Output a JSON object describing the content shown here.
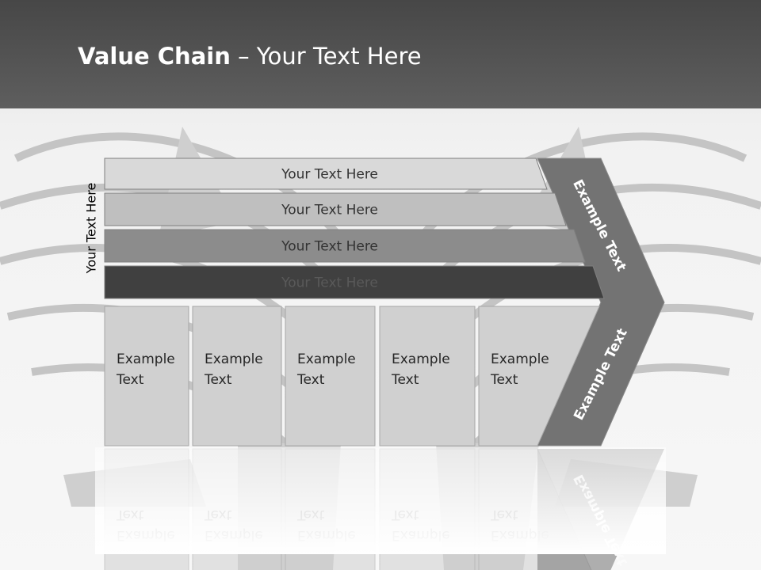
{
  "title": {
    "bold": "Value Chain",
    "rest": " – Your Text Here"
  },
  "side_label": "Your Text Here",
  "bars": [
    {
      "label": "Your Text Here",
      "fill": "#d9d9d9",
      "text_color": "#333333"
    },
    {
      "label": "Your Text Here",
      "fill": "#bfbfbf",
      "text_color": "#333333"
    },
    {
      "label": "Your Text Here",
      "fill": "#8c8c8c",
      "text_color": "#333333"
    },
    {
      "label": "Your Text Here",
      "fill": "#404040",
      "text_color": "#595959"
    }
  ],
  "boxes": [
    {
      "line1": "Example",
      "line2": "Text"
    },
    {
      "line1": "Example",
      "line2": "Text"
    },
    {
      "line1": "Example",
      "line2": "Text"
    },
    {
      "line1": "Example",
      "line2": "Text"
    },
    {
      "line1": "Example",
      "line2": "Text"
    }
  ],
  "arrow": {
    "upper_label": "Example Text",
    "lower_label": "Example Text",
    "fill": "#737373"
  },
  "colors": {
    "header": "#555555",
    "box_fill": "#d0d0d0",
    "box_stroke": "#a6a6a6"
  }
}
